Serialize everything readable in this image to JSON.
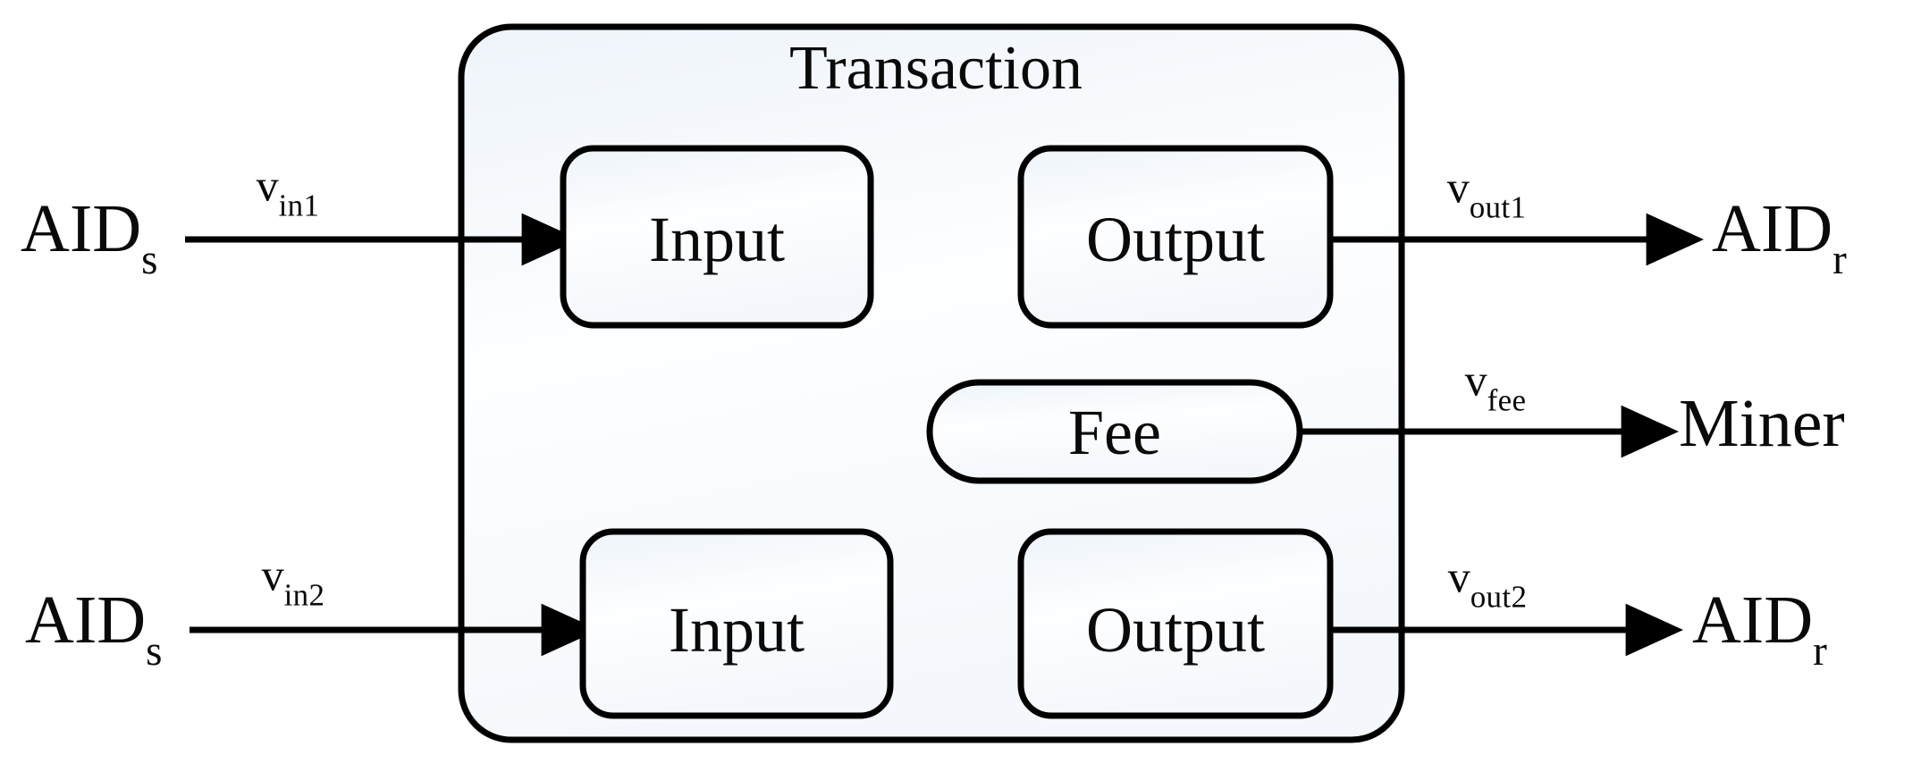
{
  "figure": {
    "title": "Transaction",
    "background_color": "#ffffff",
    "stroke_color": "#000000",
    "fill_color": "#fbfdff"
  },
  "container": {
    "label": "Transaction",
    "shape": "rounded-rectangle"
  },
  "nodes": [
    {
      "id": "input-top",
      "label": "Input",
      "shape": "rounded-rectangle"
    },
    {
      "id": "output-top",
      "label": "Output",
      "shape": "rounded-rectangle"
    },
    {
      "id": "fee",
      "label": "Fee",
      "shape": "pill"
    },
    {
      "id": "input-bottom",
      "label": "Input",
      "shape": "rounded-rectangle"
    },
    {
      "id": "output-bottom",
      "label": "Output",
      "shape": "rounded-rectangle"
    }
  ],
  "endpoints": [
    {
      "id": "sender-top",
      "base": "AID",
      "subscript": "s"
    },
    {
      "id": "sender-bottom",
      "base": "AID",
      "subscript": "s"
    },
    {
      "id": "receiver-top",
      "base": "AID",
      "subscript": "r"
    },
    {
      "id": "miner",
      "base": "Miner",
      "subscript": ""
    },
    {
      "id": "receiver-bottom",
      "base": "AID",
      "subscript": "r"
    }
  ],
  "edges": [
    {
      "id": "edge-in1",
      "base": "v",
      "subscript": "in1",
      "from": "sender-top",
      "to": "input-top"
    },
    {
      "id": "edge-in2",
      "base": "v",
      "subscript": "in2",
      "from": "sender-bottom",
      "to": "input-bottom"
    },
    {
      "id": "edge-out1",
      "base": "v",
      "subscript": "out1",
      "from": "output-top",
      "to": "receiver-top"
    },
    {
      "id": "edge-fee",
      "base": "v",
      "subscript": "fee",
      "from": "fee",
      "to": "miner"
    },
    {
      "id": "edge-out2",
      "base": "v",
      "subscript": "out2",
      "from": "output-bottom",
      "to": "receiver-bottom"
    }
  ]
}
